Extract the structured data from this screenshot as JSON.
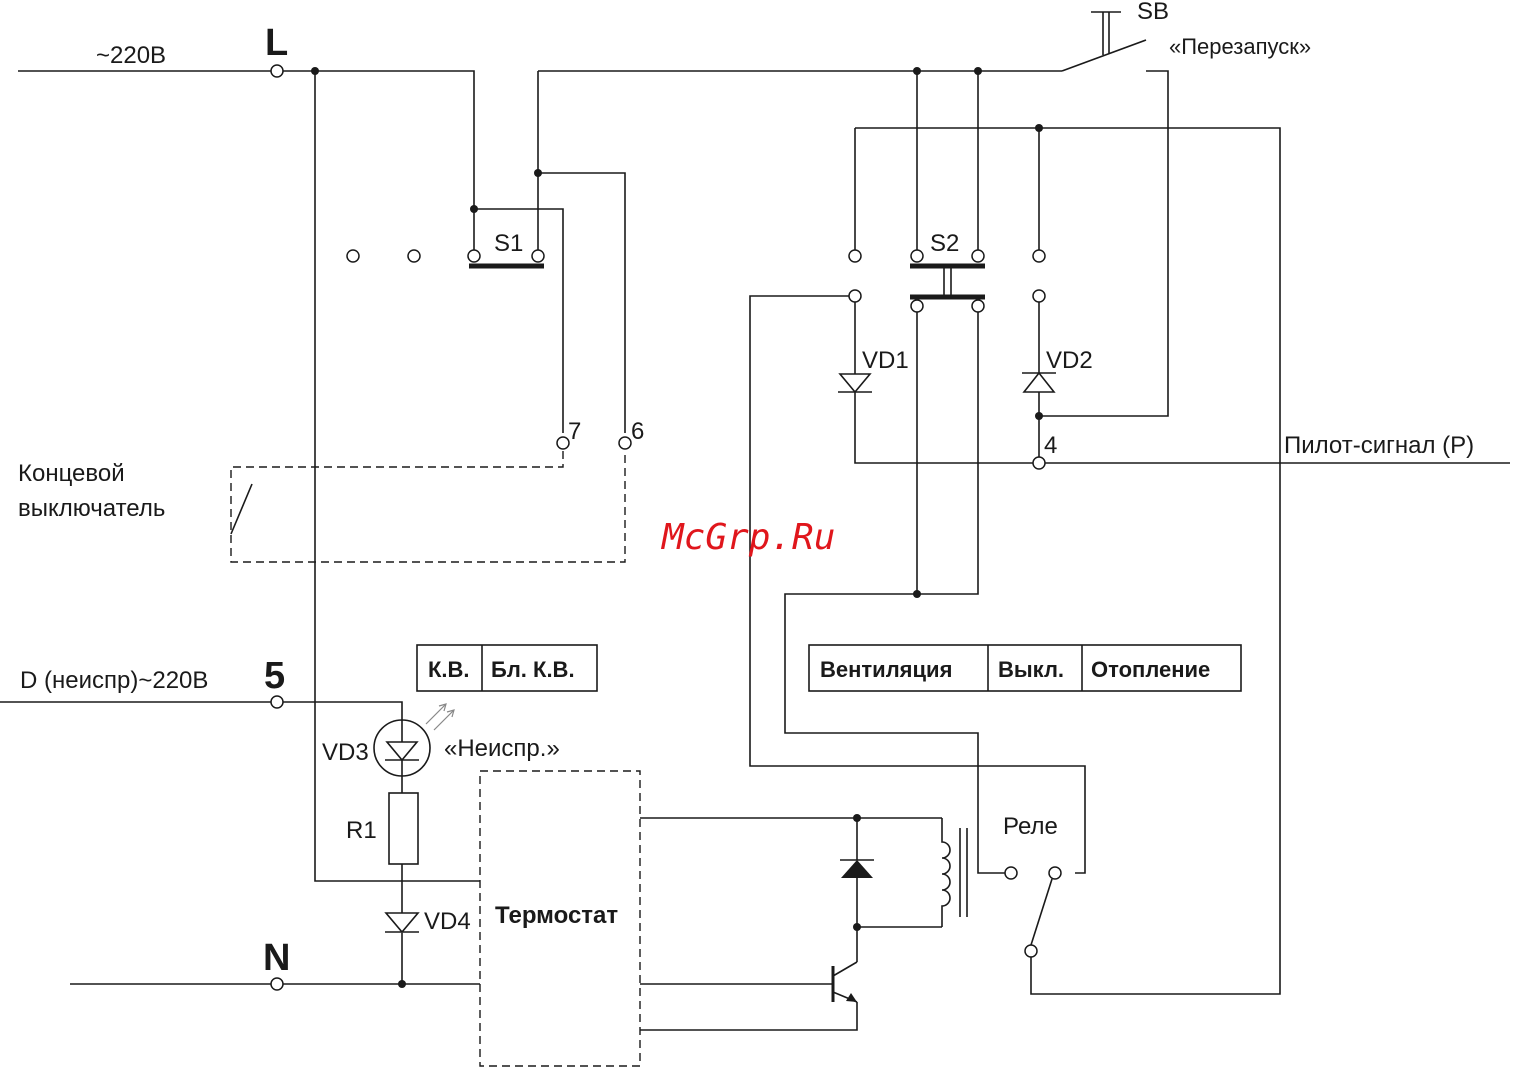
{
  "labels": {
    "supply_l": "~220В",
    "terminal_l": "L",
    "terminal_5": "5",
    "fault_supply": "D (неиспр)~220В",
    "terminal_n": "N",
    "sb": "SB",
    "restart": "«Перезапуск»",
    "s1": "S1",
    "s2": "S2",
    "vd1": "VD1",
    "vd2": "VD2",
    "vd3": "VD3",
    "vd4": "VD4",
    "r1": "R1",
    "terminal_7": "7",
    "terminal_6": "6",
    "terminal_4": "4",
    "pilot": "Пилот-сигнал (P)",
    "limit_switch_line1": "Концевой",
    "limit_switch_line2": "выключатель",
    "fault": "«Неиспр.»",
    "thermostat": "Термостат",
    "relay": "Реле",
    "watermark": "McGrp.Ru"
  },
  "panel_s1": [
    "К.В.",
    "Бл. К.В."
  ],
  "panel_s2": [
    "Вентиляция",
    "Выкл.",
    "Отопление"
  ]
}
